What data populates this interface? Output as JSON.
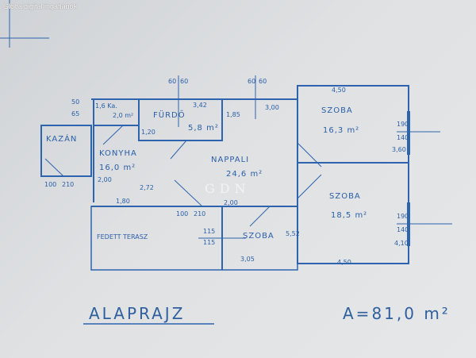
{
  "overlay_text": "Globaldigital ingatlanok",
  "watermark": "GDN",
  "title": "ALAPRAJZ",
  "total_area": "A=81,0 m²",
  "rooms": {
    "kazan": {
      "name": "KAZÁN"
    },
    "konyha": {
      "name": "KONYHA",
      "area": "16,0 m²"
    },
    "furdo": {
      "name": "FÜRDŐ",
      "area": "5,8 m²"
    },
    "wc": {
      "name": "1,6 Ka.",
      "area": "2,0 m²"
    },
    "nappali": {
      "name": "NAPPALI",
      "area": "24,6 m²"
    },
    "szoba1": {
      "name": "SZOBA",
      "area": "16,3 m²"
    },
    "szoba2": {
      "name": "SZOBA",
      "area": "18,5 m²"
    },
    "szoba3": {
      "name": "SZOBA"
    },
    "terasz": {
      "name": "FEDETT TERASZ"
    }
  },
  "dimensions": {
    "d50": "50",
    "d65": "65",
    "d60a": "60",
    "d60b": "60",
    "d60c": "60",
    "d60d": "60",
    "d342": "3,42",
    "d300": "3,00",
    "d450a": "4,50",
    "d450b": "4,50",
    "d185": "1,85",
    "d120": "1,20",
    "d180": "1,80",
    "d272": "2,72",
    "d200": "2,00",
    "d100": "100",
    "d210": "210",
    "d100b": "100",
    "d210b": "210",
    "d360": "3,60",
    "d410": "4,10",
    "d305": "3,05",
    "d552": "5,52",
    "w1top": "190",
    "w1bot": "140",
    "w2top": "190",
    "w2bot": "140",
    "t115a": "115",
    "t115b": "115"
  }
}
